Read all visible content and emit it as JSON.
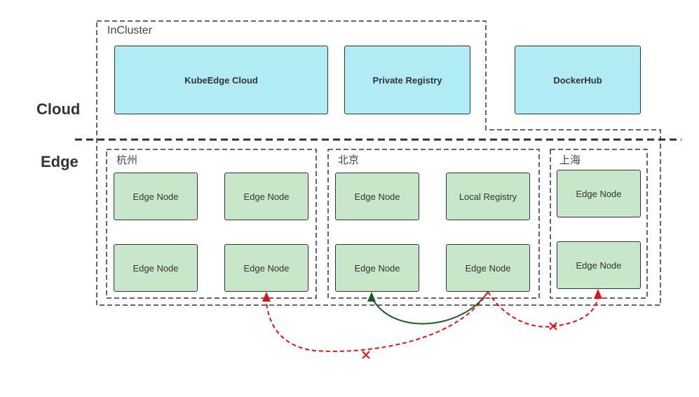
{
  "side_labels": {
    "cloud": "Cloud",
    "edge": "Edge"
  },
  "incluster": {
    "label": "InCluster",
    "kubeedge_cloud": "KubeEdge Cloud",
    "private_registry": "Private Registry"
  },
  "dockerhub": "DockerHub",
  "regions": [
    {
      "label": "杭州",
      "nodes": [
        "Edge Node",
        "Edge Node",
        "Edge Node",
        "Edge Node"
      ]
    },
    {
      "label": "北京",
      "nodes": [
        "Edge Node",
        "Local Registry",
        "Edge Node",
        "Edge Node"
      ]
    },
    {
      "label": "上海",
      "nodes": [
        "Edge Node",
        "Edge Node"
      ]
    }
  ],
  "colors": {
    "cloud_box": "#b1ebf3",
    "edge_box": "#c8e6c9",
    "allowed_arrow": "#1b5e20",
    "blocked_arrow": "#e81010"
  }
}
